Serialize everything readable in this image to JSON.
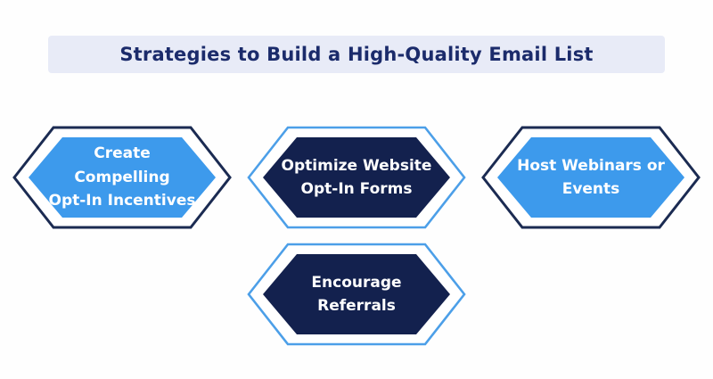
{
  "title": "Strategies to Build a High-Quality Email List",
  "colors": {
    "banner_bg": "#E8EBF7",
    "title_text": "#1B2B6B",
    "blue_fill": "#3D9AEC",
    "blue_stroke": "#4C9FE8",
    "navy_fill": "#13214E",
    "navy_stroke": "#1B2B52",
    "hex_text": "#FFFFFF",
    "page_bg": "#FEFEFE"
  },
  "items": [
    {
      "id": "opt-in-incentives",
      "label": "Create Compelling\nOpt-In Incentives",
      "style": "blue-filled-navy-outline"
    },
    {
      "id": "website-opt-in-forms",
      "label": "Optimize Website\nOpt-In Forms",
      "style": "navy-filled-blue-outline"
    },
    {
      "id": "webinars-events",
      "label": "Host Webinars or\nEvents",
      "style": "blue-filled-navy-outline"
    },
    {
      "id": "encourage-referrals",
      "label": "Encourage\nReferrals",
      "style": "navy-filled-blue-outline"
    }
  ]
}
